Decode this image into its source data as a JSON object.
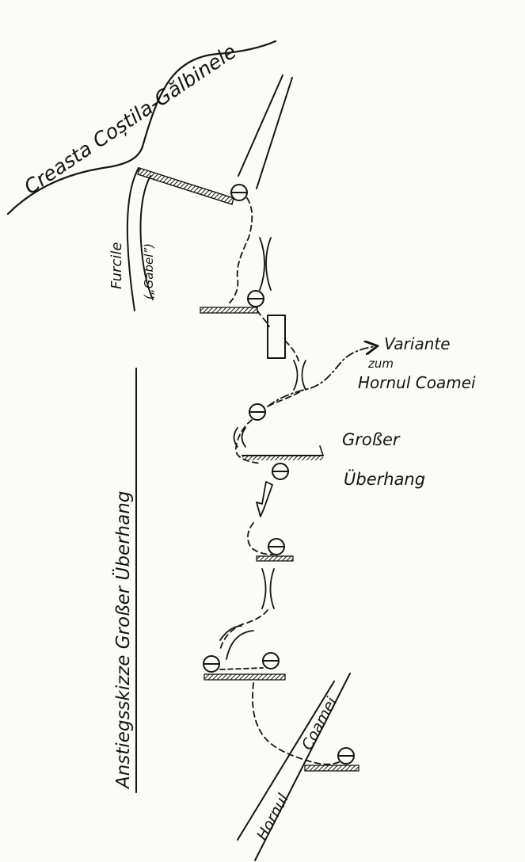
{
  "labels": {
    "ridge": "Creasta Coștila-Gălbinele",
    "furcile": "Furcile",
    "gabel": "(„Gabel”)",
    "variante_line1": "Variante",
    "variante_line2": "zum",
    "variante_line3": "Hornul Coamei",
    "grosser_line1": "Großer",
    "grosser_line2": "Überhang",
    "sketch_title": "Anstiegsskizze   Großer Überhang",
    "hornul": "Hornul",
    "coamei": "Coamei"
  },
  "colors": {
    "ink": "#141414",
    "paper": "#fbfbf8"
  },
  "icons": {
    "belay": "belay-circle-icon",
    "ledge": "ledge-hatch-icon",
    "chimney": "chimney-crack-icon",
    "arrow": "arrow-icon"
  }
}
